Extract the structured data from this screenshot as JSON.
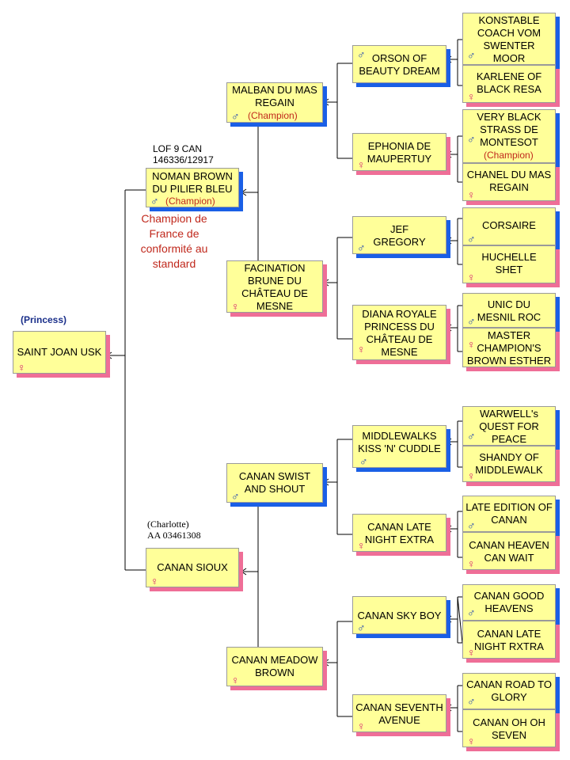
{
  "subject": {
    "nickname": "(Princess)",
    "name": "SAINT JOAN USK",
    "sex": "female"
  },
  "parents": {
    "sire": {
      "name": "NOMAN BROWN\nDU PILIER BLEU",
      "note": "(Champion)",
      "sex": "male",
      "registration": "LOF 9 CAN\n146336/12917",
      "title": "Champion de\nFrance de\nconformité au\nstandard"
    },
    "dam": {
      "name": "CANAN SIOUX",
      "sex": "female",
      "registration": "(Charlotte)\nAA 03461308"
    }
  },
  "grandparents": {
    "ss": {
      "name": "MALBAN  DU MAS\nREGAIN",
      "note": "(Champion)",
      "sex": "male"
    },
    "sd": {
      "name": "FACINATION\nBRUNE DU\nCHÂTEAU DE\nMESNE",
      "sex": "female"
    },
    "ds": {
      "name": "CANAN SWIST\nAND SHOUT",
      "sex": "male"
    },
    "dd": {
      "name": "CANAN MEADOW\nBROWN",
      "sex": "female"
    }
  },
  "great_grandparents": {
    "sss": {
      "name": "ORSON OF\nBEAUTY DREAM",
      "sex": "male"
    },
    "ssd": {
      "name": "EPHONIA DE\nMAUPERTUY",
      "sex": "female"
    },
    "sds": {
      "name": "JEF\nGREGORY",
      "sex": "male"
    },
    "sdd": {
      "name": "DIANA ROYALE\nPRINCESS DU\nCHÂTEAU DE\nMESNE",
      "sex": "female"
    },
    "dss": {
      "name": "MIDDLEWALKS\nKISS 'N' CUDDLE",
      "sex": "male"
    },
    "dsd": {
      "name": "CANAN LATE\nNIGHT EXTRA",
      "sex": "female"
    },
    "dds": {
      "name": "CANAN SKY BOY",
      "sex": "male"
    },
    "ddd": {
      "name": "CANAN SEVENTH\nAVENUE",
      "sex": "female"
    }
  },
  "great_great_grandparents": {
    "ssss": {
      "name": "KONSTABLE\nCOACH VOM\nSWENTER\nMOOR",
      "sex": "male"
    },
    "sssd": {
      "name": "KARLENE OF\nBLACK RESA",
      "sex": "female"
    },
    "ssds": {
      "name": "VERY BLACK\nSTRASS  DE\nMONTESOT",
      "note": "(Champion)",
      "sex": "male"
    },
    "ssdd": {
      "name": "CHANEL DU MAS\nREGAIN",
      "sex": "female"
    },
    "sdss": {
      "name": "CORSAIRE",
      "sex": "male"
    },
    "sdsd": {
      "name": "HUCHELLE\nSHET",
      "sex": "female"
    },
    "sdds": {
      "name": "UNIC DU\nMESNIL  ROC",
      "sex": "male"
    },
    "sddd": {
      "name": "MASTER\nCHAMPION'S\nBROWN  ESTHER",
      "sex": "female"
    },
    "dsss": {
      "name": "WARWELL's\nQUEST FOR\nPEACE",
      "sex": "male"
    },
    "dssd": {
      "name": "SHANDY OF\nMIDDLEWALK",
      "sex": "female"
    },
    "dsds": {
      "name": "LATE EDITION OF\nCANAN",
      "sex": "male"
    },
    "dsdd": {
      "name": "CANAN HEAVEN\nCAN WAIT",
      "sex": "female"
    },
    "ddss": {
      "name": "CANAN GOOD\nHEAVENS",
      "sex": "male"
    },
    "ddsd": {
      "name": "CANAN LATE\nNIGHT RXTRA",
      "sex": "female"
    },
    "ddds": {
      "name": "CANAN ROAD TO\nGLORY",
      "sex": "male"
    },
    "dddd": {
      "name": "CANAN OH OH\nSEVEN",
      "sex": "female"
    }
  },
  "symbols": {
    "male": "♂",
    "female": "♀"
  },
  "colors": {
    "box": "#ffff99",
    "male_shadow": "#1a5fe6",
    "female_shadow": "#ef6e97",
    "champion": "#c0281c",
    "nickname": "#1a2f8a"
  }
}
